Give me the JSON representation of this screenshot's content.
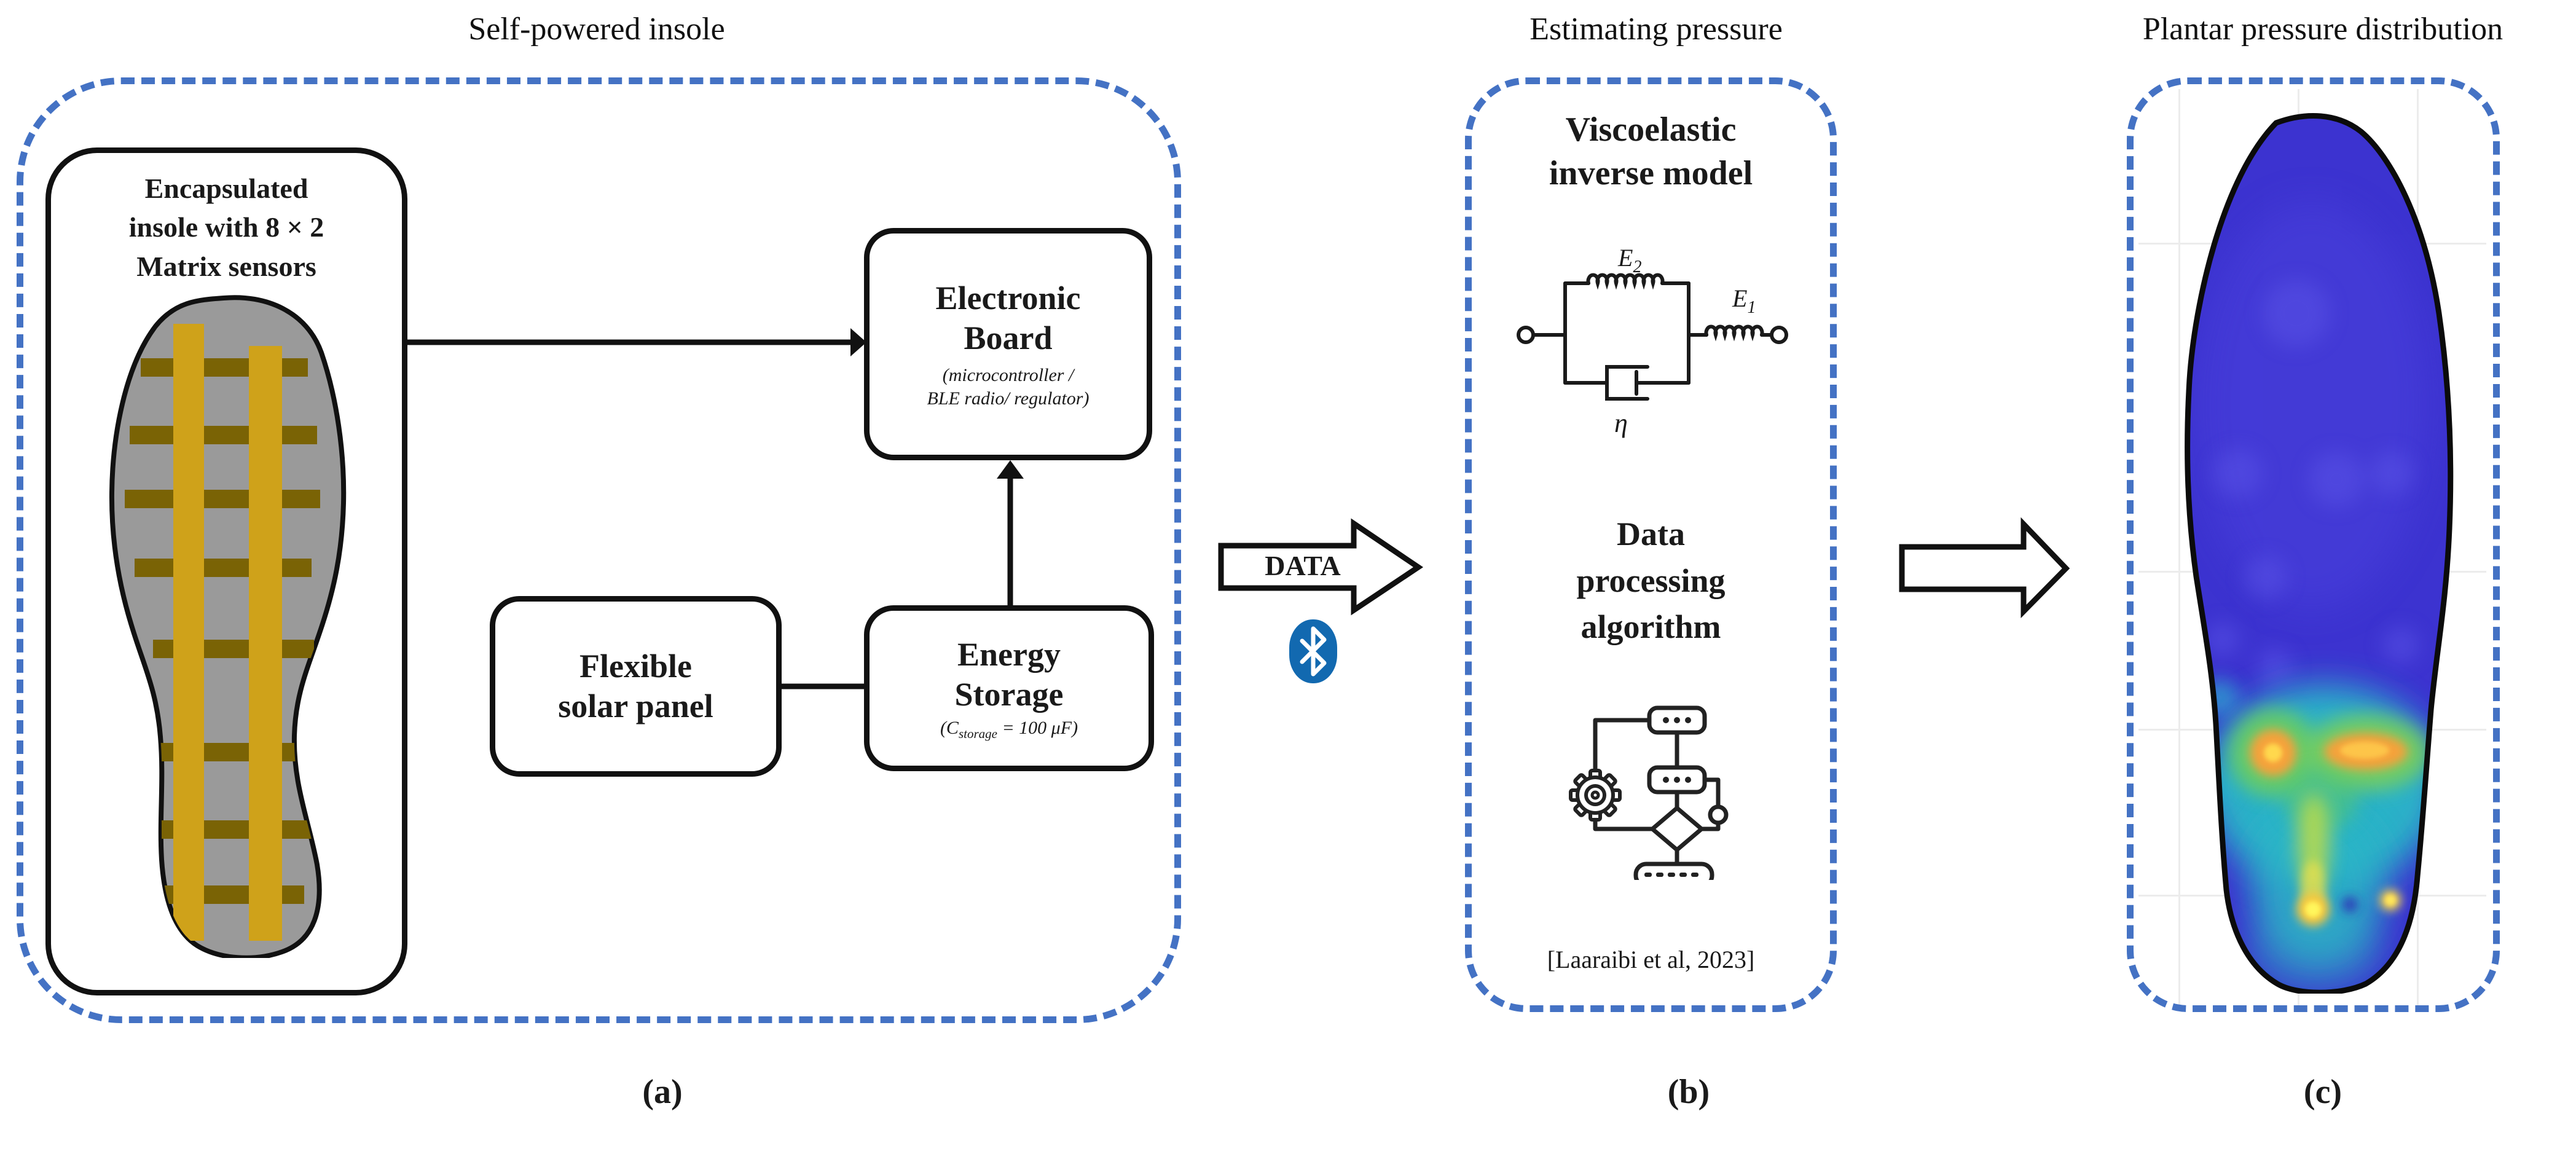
{
  "panel_a": {
    "title": "Self-powered insole",
    "label": "(a)",
    "insole_caption": {
      "line1": "Encapsulated",
      "line2": "insole with 8 × 2",
      "line3": "Matrix sensors"
    },
    "electronic_board": {
      "line1": "Electronic",
      "line2": "Board",
      "sub1": "(microcontroller /",
      "sub2": "BLE radio/ regulator)"
    },
    "solar_panel": {
      "line1": "Flexible",
      "line2": "solar panel"
    },
    "energy_storage": {
      "line1": "Energy",
      "line2": "Storage",
      "sub_open": "(C",
      "sub_subscript": "storage",
      "sub_rest": " = 100 μF)"
    }
  },
  "data_link": {
    "label": "DATA"
  },
  "panel_b": {
    "title": "Estimating pressure",
    "label": "(b)",
    "model_title": {
      "line1": "Viscoelastic",
      "line2": "inverse model"
    },
    "model_labels": {
      "e2_base": "E",
      "e2_sub": "2",
      "e1_base": "E",
      "e1_sub": "1",
      "damper": "η"
    },
    "algorithm_title": {
      "line1": "Data",
      "line2": "processing",
      "line3": "algorithm"
    },
    "citation": "[Laaraibi et al, 2023]"
  },
  "panel_c": {
    "title": "Plantar pressure distribution",
    "label": "(c)"
  },
  "icons": {
    "bluetooth": "bluetooth-icon",
    "flowchart": "flowchart-gear-icon",
    "data_arrow": "block-arrow-right-icon",
    "transfer_arrow": "block-arrow-right-icon",
    "viscoelastic_model": "spring-damper-zener-icon"
  },
  "colors": {
    "dashed_border": "#4472C4",
    "box_border": "#111111",
    "insole_gray": "#9A9A9A",
    "electrode_gold": "#CFA21A",
    "electrode_olive": "#7A6305",
    "bluetooth_blue": "#1269B0",
    "heat_base_blue": "#3C33D0",
    "heat_teal": "#29B8C8",
    "heat_green": "#7ED054",
    "heat_orange": "#F6A23A",
    "heat_yellow": "#FFE44C"
  }
}
